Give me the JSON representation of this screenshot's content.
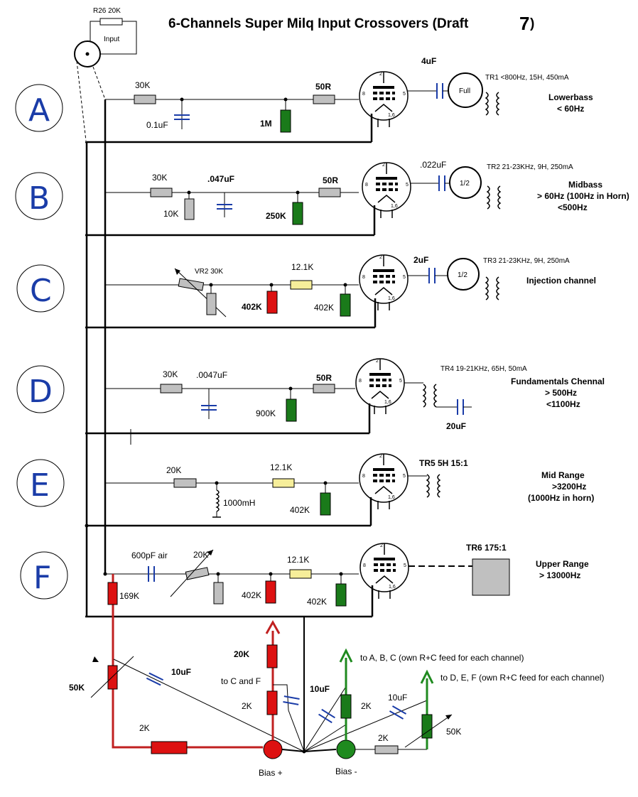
{
  "title": "6-Channels Super Milq Input Crossovers (Draft",
  "draft_number": "7",
  "input_box": {
    "label": "Input",
    "resistor": "R26 20K"
  },
  "channels": [
    {
      "letter": "A",
      "r_series": "30K",
      "cap": "0.1uF",
      "r_shunt": "1M",
      "grid_r": "50R",
      "out_cap": "4uF",
      "load": "Full",
      "transformer": "TR1 <800Hz, 15H, 450mA",
      "desc": [
        "Lowerbass",
        "<  60Hz"
      ]
    },
    {
      "letter": "B",
      "r_series": "30K",
      "r_shunt_small": "10K",
      "cap": ".047uF",
      "r_shunt": "250K",
      "grid_r": "50R",
      "out_cap": ".022uF",
      "load": "1/2",
      "transformer": "TR2  21-23KHz, 9H, 250mA",
      "desc": [
        "Midbass",
        "> 60Hz (100Hz in Horn)",
        "<500Hz"
      ]
    },
    {
      "letter": "C",
      "pot": "VR2 30K",
      "r_shunt": "402K",
      "r_series2": "12.1K",
      "r_shunt2": "402K",
      "out_cap": "2uF",
      "load": "1/2",
      "transformer": "TR3  21-23KHz, 9H, 250mA",
      "desc": [
        "Injection channel"
      ]
    },
    {
      "letter": "D",
      "r_series": "30K",
      "cap": ".0047uF",
      "r_shunt": "900K",
      "grid_r": "50R",
      "out_cap": "20uF",
      "transformer": "TR4  19-21KHz, 65H, 50mA",
      "desc": [
        "Fundamentals Chennal",
        "> 500Hz",
        "<1100Hz"
      ]
    },
    {
      "letter": "E",
      "r_series": "20K",
      "inductor": "1000mH",
      "r_series2": "12.1K",
      "r_shunt2": "402K",
      "transformer": "TR5 5H 15:1",
      "desc": [
        "Mid Range",
        ">3200Hz",
        "(1000Hz in horn)"
      ]
    },
    {
      "letter": "F",
      "cap": "600pF air",
      "pot": "20K",
      "r_shunt": "402K",
      "r_series2": "12.1K",
      "r_shunt2": "402K",
      "r_bias": "169K",
      "transformer": "TR6 175:1",
      "desc": [
        "Upper Range",
        ">  13000Hz"
      ]
    }
  ],
  "bias": {
    "pot_left": "50K",
    "cap_left": "10uF",
    "r_bottom": "2K",
    "r_up": "20K",
    "r_mid": "2K",
    "note_cf": "to C and F",
    "cap_mid": "10uF",
    "r_neg": "2K",
    "note_abc": "to A, B, C  (own R+C feed for each channel)",
    "cap_right": "10uF",
    "note_def": "to D, E, F  (own R+C feed for each channel)",
    "r_neg_bottom": "2K",
    "pot_right": "50K",
    "bias_pos": "Bias +",
    "bias_neg": "Bias -"
  },
  "colors": {
    "wire": "#000000",
    "resistor_grey": "#c0c0c0",
    "resistor_green": "#1a7a1a",
    "resistor_red": "#dd1111",
    "resistor_yellow": "#f6ee9a",
    "capacitor_blue": "#1a3ca8",
    "bias_red": "#c02020",
    "bias_green": "#1f8a1f"
  }
}
